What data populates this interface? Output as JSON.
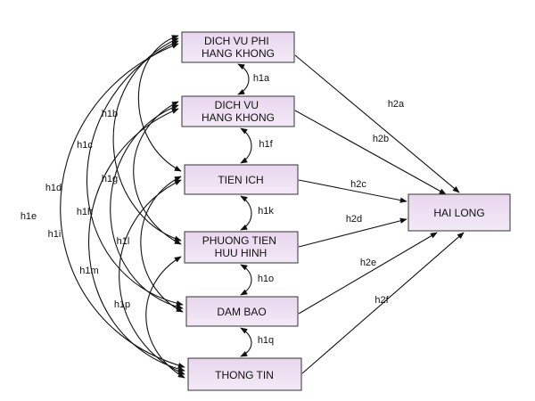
{
  "colors": {
    "node_fill_top": "#e8d6ee",
    "node_fill_bottom": "#f3eaf6",
    "node_border": "#333333",
    "line": "#111111",
    "background": "#ffffff"
  },
  "nodes": {
    "n1": [
      "DICH VU PHI",
      "HANG KHONG"
    ],
    "n2": [
      "DICH VU",
      "HANG KHONG"
    ],
    "n3": [
      "TIEN ICH"
    ],
    "n4": [
      "PHUONG TIEN",
      "HUU HINH"
    ],
    "n5": [
      "DAM BAO"
    ],
    "n6": [
      "THONG TIN"
    ],
    "out": [
      "HAI LONG"
    ]
  },
  "correlations": [
    {
      "id": "h1a",
      "from": "n1",
      "to": "n2",
      "label": "h1a"
    },
    {
      "id": "h1b",
      "from": "n1",
      "to": "n3",
      "label": "h1b"
    },
    {
      "id": "h1c",
      "from": "n1",
      "to": "n4",
      "label": "h1c"
    },
    {
      "id": "h1d",
      "from": "n1",
      "to": "n5",
      "label": "h1d"
    },
    {
      "id": "h1e",
      "from": "n1",
      "to": "n6",
      "label": "h1e"
    },
    {
      "id": "h1f",
      "from": "n2",
      "to": "n3",
      "label": "h1f"
    },
    {
      "id": "h1g",
      "from": "n2",
      "to": "n4",
      "label": "h1g"
    },
    {
      "id": "h1h",
      "from": "n2",
      "to": "n5",
      "label": "h1h"
    },
    {
      "id": "h1i",
      "from": "n2",
      "to": "n6",
      "label": "h1i"
    },
    {
      "id": "h1k",
      "from": "n3",
      "to": "n4",
      "label": "h1k"
    },
    {
      "id": "h1l",
      "from": "n3",
      "to": "n5",
      "label": "h1l"
    },
    {
      "id": "h1m",
      "from": "n3",
      "to": "n6",
      "label": "h1m"
    },
    {
      "id": "h1o",
      "from": "n4",
      "to": "n5",
      "label": "h1o"
    },
    {
      "id": "h1p",
      "from": "n4",
      "to": "n6",
      "label": "h1p"
    },
    {
      "id": "h1q",
      "from": "n5",
      "to": "n6",
      "label": "h1q"
    }
  ],
  "paths": [
    {
      "id": "h2a",
      "from": "n1",
      "to": "out",
      "label": "h2a"
    },
    {
      "id": "h2b",
      "from": "n2",
      "to": "out",
      "label": "h2b"
    },
    {
      "id": "h2c",
      "from": "n3",
      "to": "out",
      "label": "h2c"
    },
    {
      "id": "h2d",
      "from": "n4",
      "to": "out",
      "label": "h2d"
    },
    {
      "id": "h2e",
      "from": "n5",
      "to": "out",
      "label": "h2e"
    },
    {
      "id": "h2f",
      "from": "n6",
      "to": "out",
      "label": "h2f"
    }
  ]
}
